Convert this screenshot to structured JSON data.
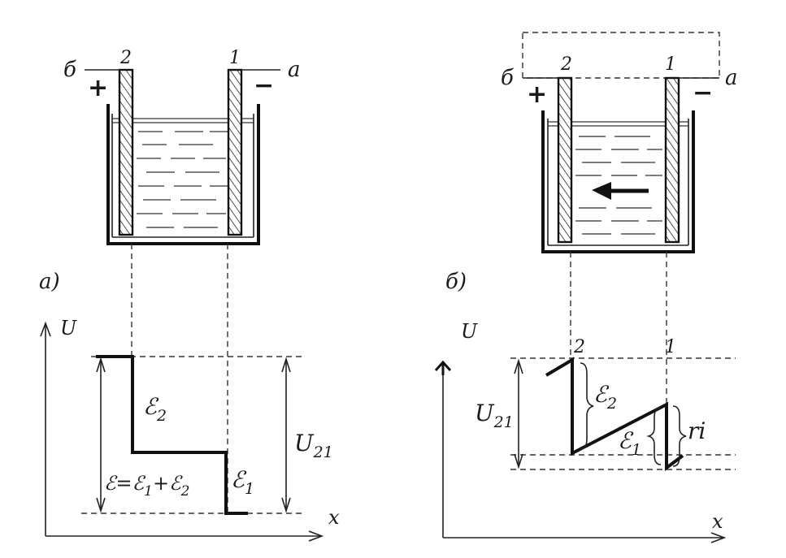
{
  "panel_a": {
    "caption": "а)",
    "terminal_left": "б",
    "terminal_right": "а",
    "electrode_left_num": "2",
    "electrode_right_num": "1",
    "plus": "+",
    "minus": "−",
    "axis_y": "U",
    "axis_x": "x",
    "emf2": "ℰ",
    "emf2_sub": "2",
    "emf1": "ℰ",
    "emf1_sub": "1",
    "u21": "U",
    "u21_sub": "21",
    "emf_total": "ℰ=ℰ",
    "emf_total_sub1": "1",
    "emf_total_plus": "+ℰ",
    "emf_total_sub2": "2"
  },
  "panel_b": {
    "caption": "б)",
    "terminal_left": "б",
    "terminal_right": "а",
    "electrode_left_num": "2",
    "electrode_right_num": "1",
    "plus": "+",
    "minus": "−",
    "axis_y": "U",
    "axis_x": "x",
    "point_left": "2",
    "point_right": "1",
    "emf2": "ℰ",
    "emf2_sub": "2",
    "emf1": "ℰ",
    "emf1_sub": "1",
    "u21": "U",
    "u21_sub": "21",
    "ri": "ri"
  }
}
